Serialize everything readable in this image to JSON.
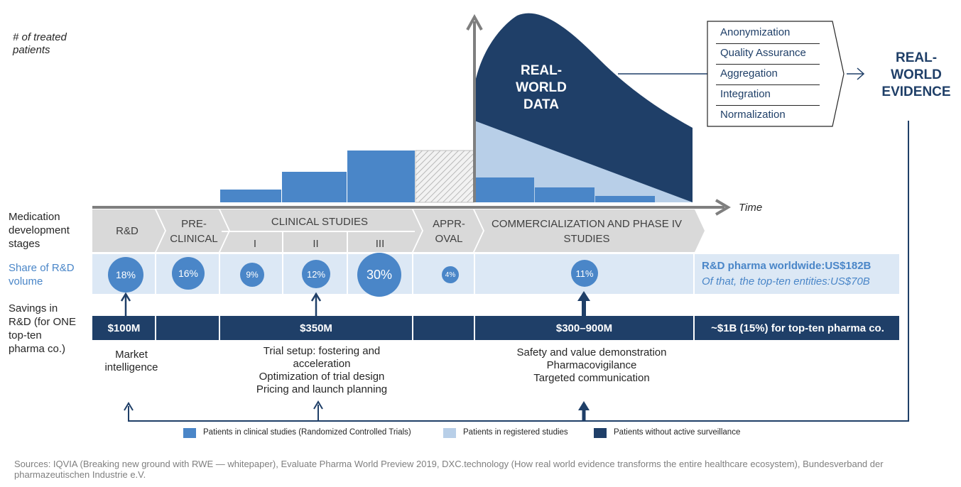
{
  "y_axis_label": "# of treated patients",
  "x_axis_label": "Time",
  "rwd_label_lines": [
    "REAL-",
    "WORLD",
    "DATA"
  ],
  "processing_steps": [
    "Anonymization",
    "Quality Assurance",
    "Aggregation",
    "Integration",
    "Normalization"
  ],
  "rwe_label_lines": [
    "REAL-",
    "WORLD",
    "EVIDENCE"
  ],
  "row_labels": {
    "stages": "Medication development stages",
    "share": "Share of R&D volume",
    "savings": "Savings in R&D (for ONE top-ten pharma co.)"
  },
  "stages": {
    "rd": "R&D",
    "preclinical": "PRE-CLINICAL",
    "clinical": "CLINICAL STUDIES",
    "phase_1": "I",
    "phase_2": "II",
    "phase_3": "III",
    "approval": "APPR-OVAL",
    "commercial": "COMMERCIALIZATION AND PHASE IV STUDIES"
  },
  "shares": {
    "rd": "18%",
    "preclinical": "16%",
    "phase_1": "9%",
    "phase_2": "12%",
    "phase_3": "30%",
    "approval": "4%",
    "commercial": "11%"
  },
  "rd_worldwide": "R&D pharma worldwide:US$182B",
  "rd_top_ten": "Of that, the top-ten entities:US$70B",
  "savings": {
    "rd": "$100M",
    "clinical": "$350M",
    "commercial": "$300–900M",
    "total": "~$1B (15%) for top-ten pharma co."
  },
  "benefits": {
    "rd": [
      "Market",
      "intelligence"
    ],
    "clinical": [
      "Trial setup: fostering and",
      "acceleration",
      "Optimization of trial design",
      "Pricing and launch planning"
    ],
    "commercial": [
      "Safety and value demonstration",
      "Pharmacovigilance",
      "Targeted communication"
    ]
  },
  "legend": [
    {
      "label": "Patients in clinical studies (Randomized Controlled Trials)",
      "color": "#4a86c8"
    },
    {
      "label": "Patients in registered studies",
      "color": "#b8cfe8"
    },
    {
      "label": "Patients without active surveillance",
      "color": "#1f3f68"
    }
  ],
  "sources": "Sources: IQVIA (Breaking new ground with RWE — whitepaper), Evaluate Pharma World Preview 2019, DXC.technology (How real world evidence transforms the entire healthcare ecosystem), Bundesverband der pharmazeutischen Industrie e.V.",
  "colors": {
    "rct": "#4a86c8",
    "registered": "#b8cfe8",
    "unsurveilled": "#1f3f68",
    "stage_arrow": "#d9d9d9",
    "share_band": "#dce8f5",
    "savings_band": "#1f3f68",
    "axis": "#7f7f7f"
  },
  "chart_data": {
    "type": "area",
    "bars_clinical": {
      "categories": [
        "I",
        "II",
        "III"
      ],
      "values": [
        1,
        2,
        3
      ]
    },
    "bars_post_approval": {
      "values": [
        1.5,
        0.9,
        0.45
      ]
    }
  }
}
